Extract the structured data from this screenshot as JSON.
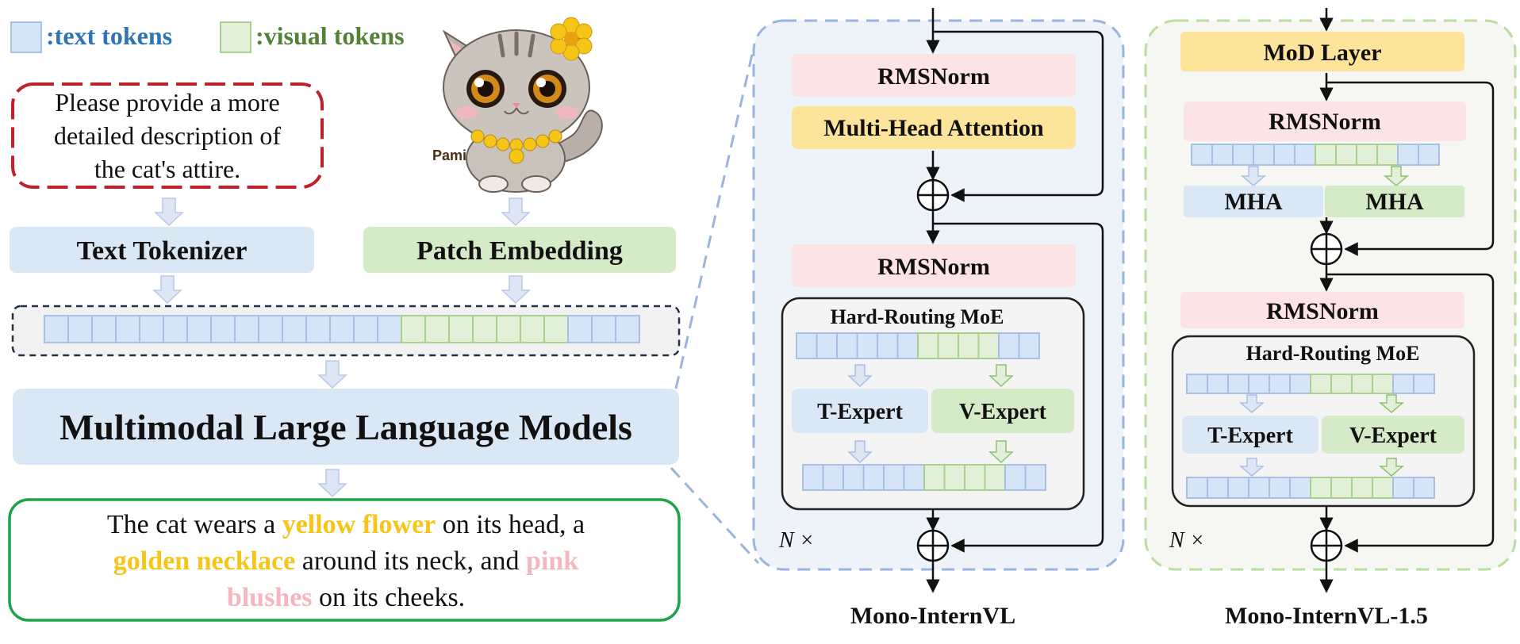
{
  "legend": {
    "text_tokens": ":text tokens",
    "visual_tokens": ":visual tokens"
  },
  "colors": {
    "text_blue": "#2e75b6",
    "visual_green": "#538135",
    "text_token_fill": "#d6e4f7",
    "text_token_stroke": "#a9c0e6",
    "visual_token_fill": "#e2f0d9",
    "visual_token_stroke": "#a9d18e",
    "light_blue_box": "#dae8f5",
    "light_green_box": "#d5ebc7",
    "pink_box": "#fbe3e6",
    "yellow_box": "#fce49b",
    "highlight_yellow": "#f5c518",
    "highlight_pink": "#f6b6c0",
    "prompt_border": "#c0202a",
    "answer_border": "#1fa34a"
  },
  "left": {
    "prompt_lines": [
      "Please provide a more",
      "detailed description of",
      "the cat's attire."
    ],
    "image_caption": "Pami",
    "text_tokenizer": "Text Tokenizer",
    "patch_embedding": "Patch Embedding",
    "mllm": "Multimodal Large Language Models",
    "answer": {
      "line1": [
        "The cat wears a ",
        "yellow flower",
        " on its head, a"
      ],
      "line2": [
        "golden necklace",
        " around its neck, and ",
        "pink"
      ],
      "line3": [
        "blushes",
        " on its cheeks."
      ]
    }
  },
  "mono_internvl": {
    "title": "Mono-InternVL",
    "rmsnorm_1": "RMSNorm",
    "attention": "Multi-Head Attention",
    "rmsnorm_2": "RMSNorm",
    "moe_title": "Hard-Routing MoE",
    "t_expert": "T-Expert",
    "v_expert": "V-Expert",
    "repeat": "N ×"
  },
  "mono_internvl_15": {
    "title": "Mono-InternVL-1.5",
    "mod_layer": "MoD Layer",
    "rmsnorm_1": "RMSNorm",
    "mha_text": "MHA",
    "mha_visual": "MHA",
    "rmsnorm_2": "RMSNorm",
    "moe_title": "Hard-Routing MoE",
    "t_expert": "T-Expert",
    "v_expert": "V-Expert",
    "repeat": "N ×"
  }
}
